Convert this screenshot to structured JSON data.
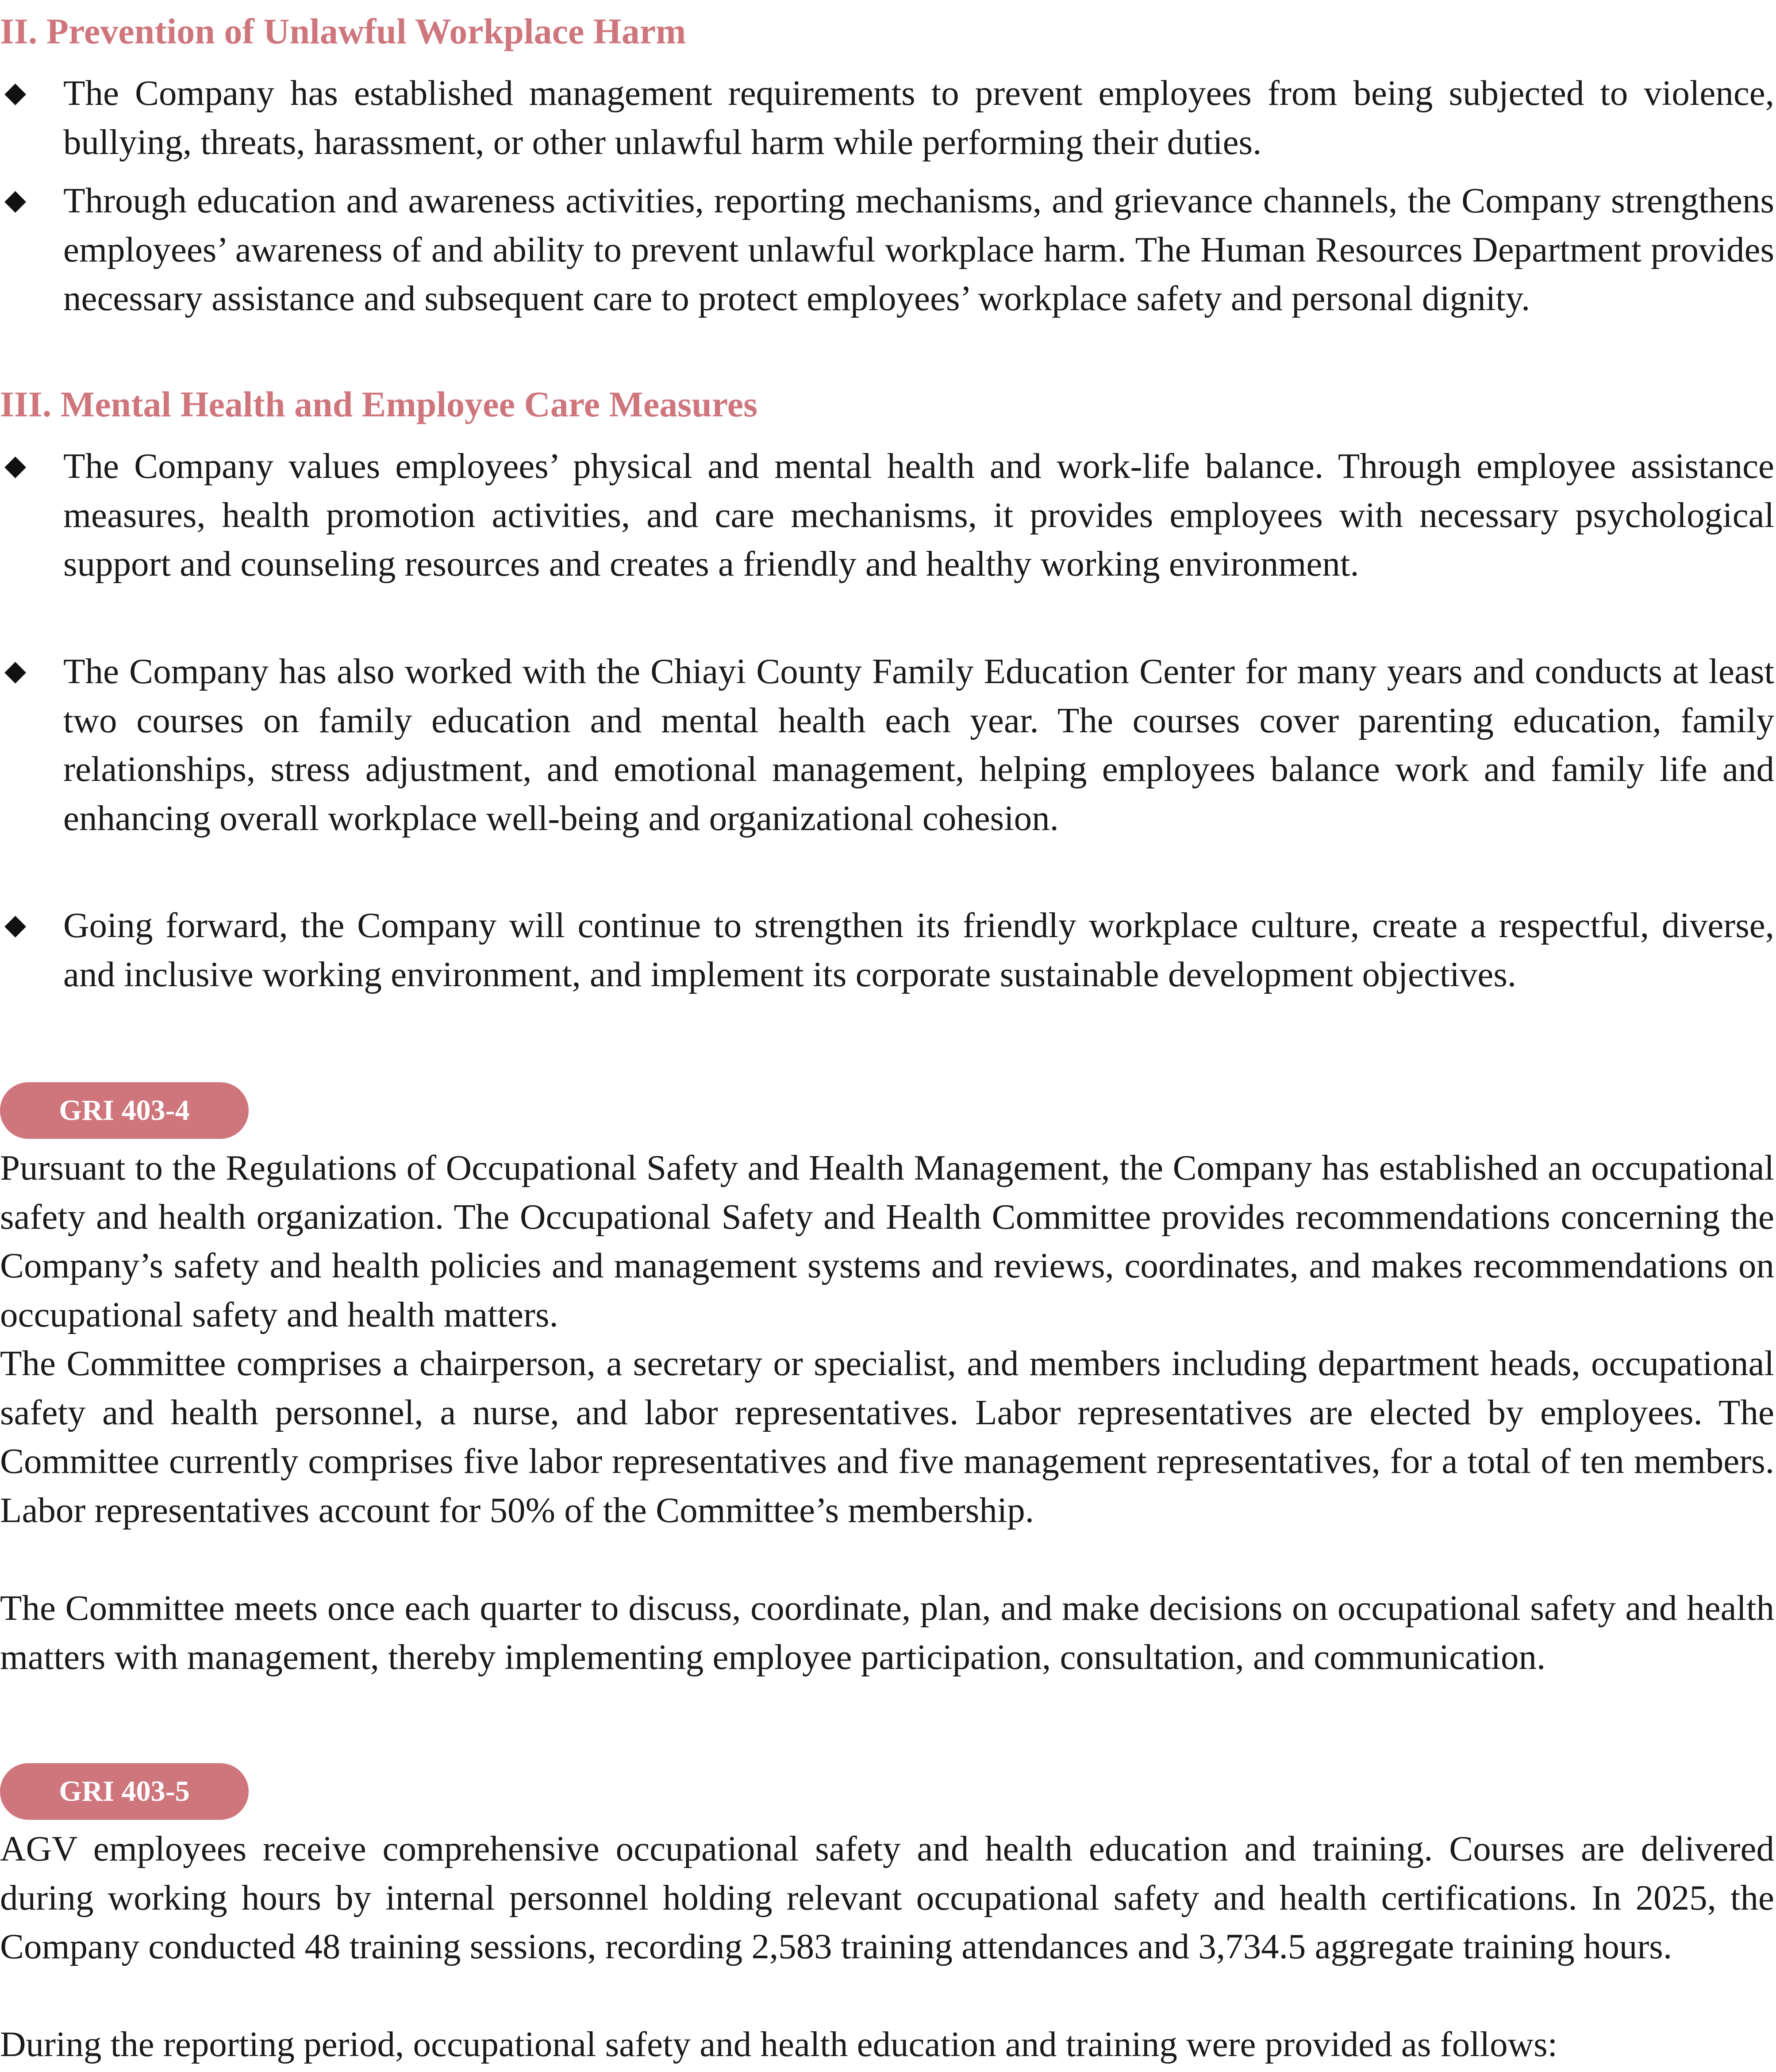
{
  "sections": {
    "unlawful_harm": {
      "title": "II. Prevention of Unlawful Workplace Harm",
      "bullets": [
        "The Company has established management requirements to prevent employees from being subjected to violence, bullying, threats, harassment, or other unlawful harm while performing their duties.",
        "Through education and awareness activities, reporting mechanisms, and grievance channels, the Company strengthens employees’ awareness of and ability to prevent unlawful workplace harm. The Human Resources Department provides necessary assistance and subsequent care to protect employees’ workplace safety and personal dignity."
      ]
    },
    "mental_health": {
      "title": "III. Mental Health and Employee Care Measures",
      "bullets": [
        "The Company values employees’ physical and mental health and work-life balance. Through employee assistance measures, health promotion activities, and care mechanisms, it provides employees with necessary psychological support and counseling resources and creates a friendly and healthy working environment.",
        "The Company has also worked with the Chiayi County Family Education Center for many years and conducts at least two courses on family education and mental health each year. The courses cover parenting education, family relationships, stress adjustment, and emotional management, helping employees balance work and family life and enhancing overall workplace well-being and organizational cohesion.",
        "Going forward, the Company will continue to strengthen its friendly workplace culture, create a respectful, diverse, and inclusive working environment, and implement its corporate sustainable development objectives."
      ]
    }
  },
  "bullet_symbol": "◆",
  "gri_403_4": {
    "badge": "GRI 403-4",
    "paragraphs": [
      "Pursuant to the Regulations of Occupational Safety and Health Management, the Company has established an occupational safety and health organization. The Occupational Safety and Health Committee provides recommendations concerning the Company’s safety and health policies and management systems and reviews, coordinates, and makes recommendations on occupational safety and health matters.",
      "The Committee comprises a chairperson, a secretary or specialist, and members including department heads, occupational safety and health personnel, a nurse, and labor representatives. Labor representatives are elected by employees. The Committee currently comprises five labor representatives and five management representatives, for a total of ten members. Labor representatives account for 50% of the Committee’s membership.",
      "The Committee meets once each quarter to discuss, coordinate, plan, and make decisions on occupational safety and health matters with management, thereby implementing employee participation, consultation, and communication."
    ]
  },
  "gri_403_5": {
    "badge": "GRI 403-5",
    "paragraphs": [
      "AGV employees receive comprehensive occupational safety and health education and training. Courses are delivered during working hours by internal personnel holding relevant occupational safety and health certifications. In 2025, the Company conducted 48 training sessions, recording 2,583 training attendances and 3,734.5 aggregate training hours.",
      "During the reporting period, occupational safety and health education and training were provided as follows:"
    ]
  },
  "colors": {
    "accent": "#cf767d",
    "text": "#1a1a1a",
    "badge_text": "#ffffff"
  }
}
